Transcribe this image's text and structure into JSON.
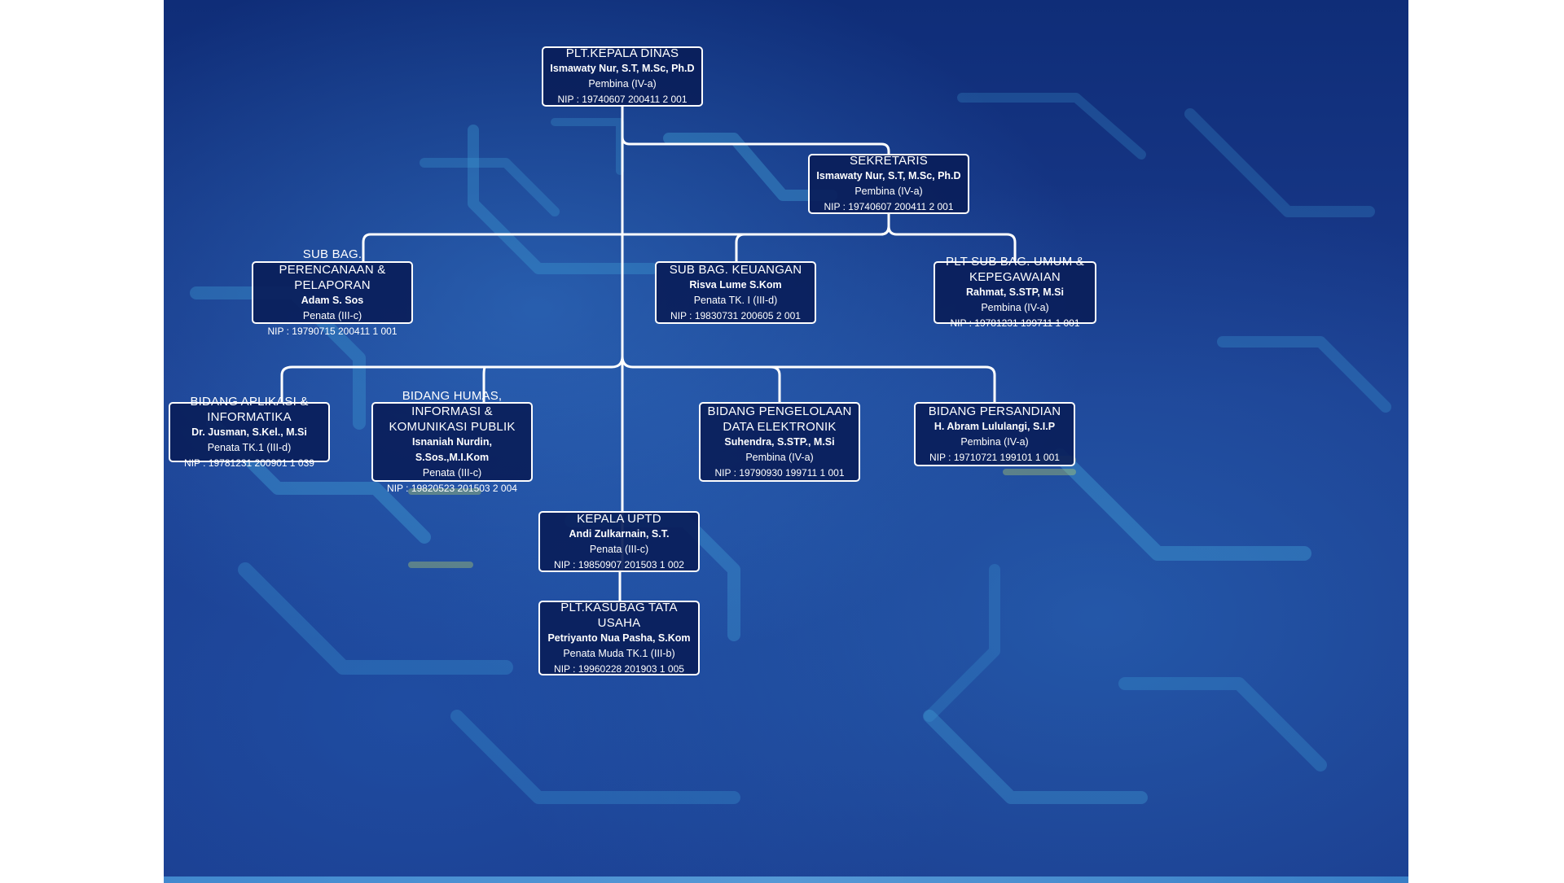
{
  "colors": {
    "background": "#1a3a8c",
    "box_fill": "#0a1e5a",
    "line": "#ffffff",
    "text": "#ffffff"
  },
  "nodes": {
    "kepala_dinas": {
      "title": "PLT.KEPALA DINAS",
      "name": "Ismawaty Nur, S.T, M.Sc, Ph.D",
      "rank": "Pembina (IV-a)",
      "nip": "NIP : 19740607 200411 2 001"
    },
    "sekretaris": {
      "title": "SEKRETARIS",
      "name": "Ismawaty Nur, S.T, M.Sc, Ph.D",
      "rank": "Pembina (IV-a)",
      "nip": "NIP : 19740607 200411 2 001"
    },
    "perencanaan": {
      "title": "SUB BAG. PERENCANAAN & PELAPORAN",
      "name": "Adam S. Sos",
      "rank": "Penata (III-c)",
      "nip": "NIP : 19790715 200411 1 001"
    },
    "keuangan": {
      "title": "SUB BAG. KEUANGAN",
      "name": "Risva Lume S.Kom",
      "rank": "Penata TK. I (III-d)",
      "nip": "NIP :  19830731 200605 2 001"
    },
    "umum": {
      "title": "PLT SUB BAG. UMUM & KEPEGAWAIAN",
      "name": "Rahmat, S.STP, M.Si",
      "rank": "Pembina (IV-a)",
      "nip": "NIP : 19781231 199711 1 001"
    },
    "aplikasi": {
      "title": "BIDANG APLIKASI & INFORMATIKA",
      "name": "Dr. Jusman, S.Kel., M.Si",
      "rank": "Penata TK.1 (III-d)",
      "nip": "NIP : 19781231 200901 1 039"
    },
    "humas": {
      "title": "BIDANG HUMAS, INFORMASI & KOMUNIKASI PUBLIK",
      "name": "Isnaniah Nurdin, S.Sos.,M.I.Kom",
      "rank": "Penata (III-c)",
      "nip": "NIP : 19820523 201503 2 004"
    },
    "data": {
      "title": "BIDANG PENGELOLAAN DATA ELEKTRONIK",
      "name": "Suhendra, S.STP., M.Si",
      "rank": "Pembina (IV-a)",
      "nip": "NIP : 19790930 199711 1 001"
    },
    "persandian": {
      "title": "BIDANG PERSANDIAN",
      "name": "H. Abram Lululangi, S.I.P",
      "rank": "Pembina (IV-a)",
      "nip": "NIP : 19710721 199101 1 001"
    },
    "uptd": {
      "title": "KEPALA UPTD",
      "name": "Andi Zulkarnain, S.T.",
      "rank": "Penata (III-c)",
      "nip": "NIP : 19850907 201503 1 002"
    },
    "tata_usaha": {
      "title": "PLT.KASUBAG TATA USAHA",
      "name": "Petriyanto Nua Pasha, S.Kom",
      "rank": "Penata Muda TK.1 (III-b)",
      "nip": "NIP : 19960228 201903 1 005"
    }
  }
}
